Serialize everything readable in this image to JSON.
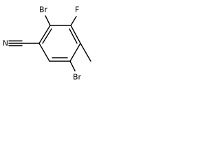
{
  "molecule": {
    "atoms": {
      "br_top": "Br",
      "f": "F",
      "n": "N",
      "br_bottom": "Br"
    }
  }
}
